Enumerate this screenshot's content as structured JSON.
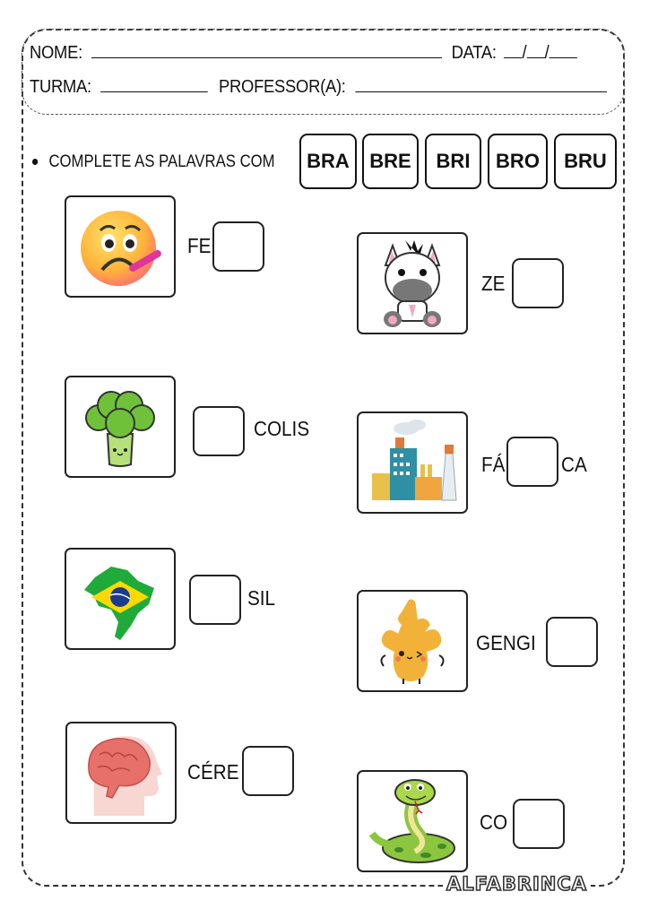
{
  "header": {
    "name_label": "NOME:",
    "date_label": "DATA:",
    "date_sep1": "/",
    "date_sep2": "/",
    "class_label": "TURMA:",
    "teacher_label": "PROFESSOR(A):"
  },
  "instruction": "COMPLETE AS PALAVRAS COM",
  "syllables": [
    "BRA",
    "BRE",
    "BRI",
    "BRO",
    "BRU"
  ],
  "items": [
    {
      "image": "sick-face-thermometer",
      "prefix": "FE",
      "suffix": ""
    },
    {
      "image": "zebra",
      "prefix": "ZE",
      "suffix": ""
    },
    {
      "image": "broccoli",
      "prefix": "",
      "suffix": "COLIS"
    },
    {
      "image": "factory",
      "prefix": "FÁ",
      "suffix": "CA"
    },
    {
      "image": "brazil-map-flag",
      "prefix": "",
      "suffix": "SIL"
    },
    {
      "image": "ginger",
      "prefix": "GENGI",
      "suffix": ""
    },
    {
      "image": "brain-head",
      "prefix": "CÉRE",
      "suffix": ""
    },
    {
      "image": "snake",
      "prefix": "CO",
      "suffix": ""
    }
  ],
  "watermark": "ALFABRINCA"
}
